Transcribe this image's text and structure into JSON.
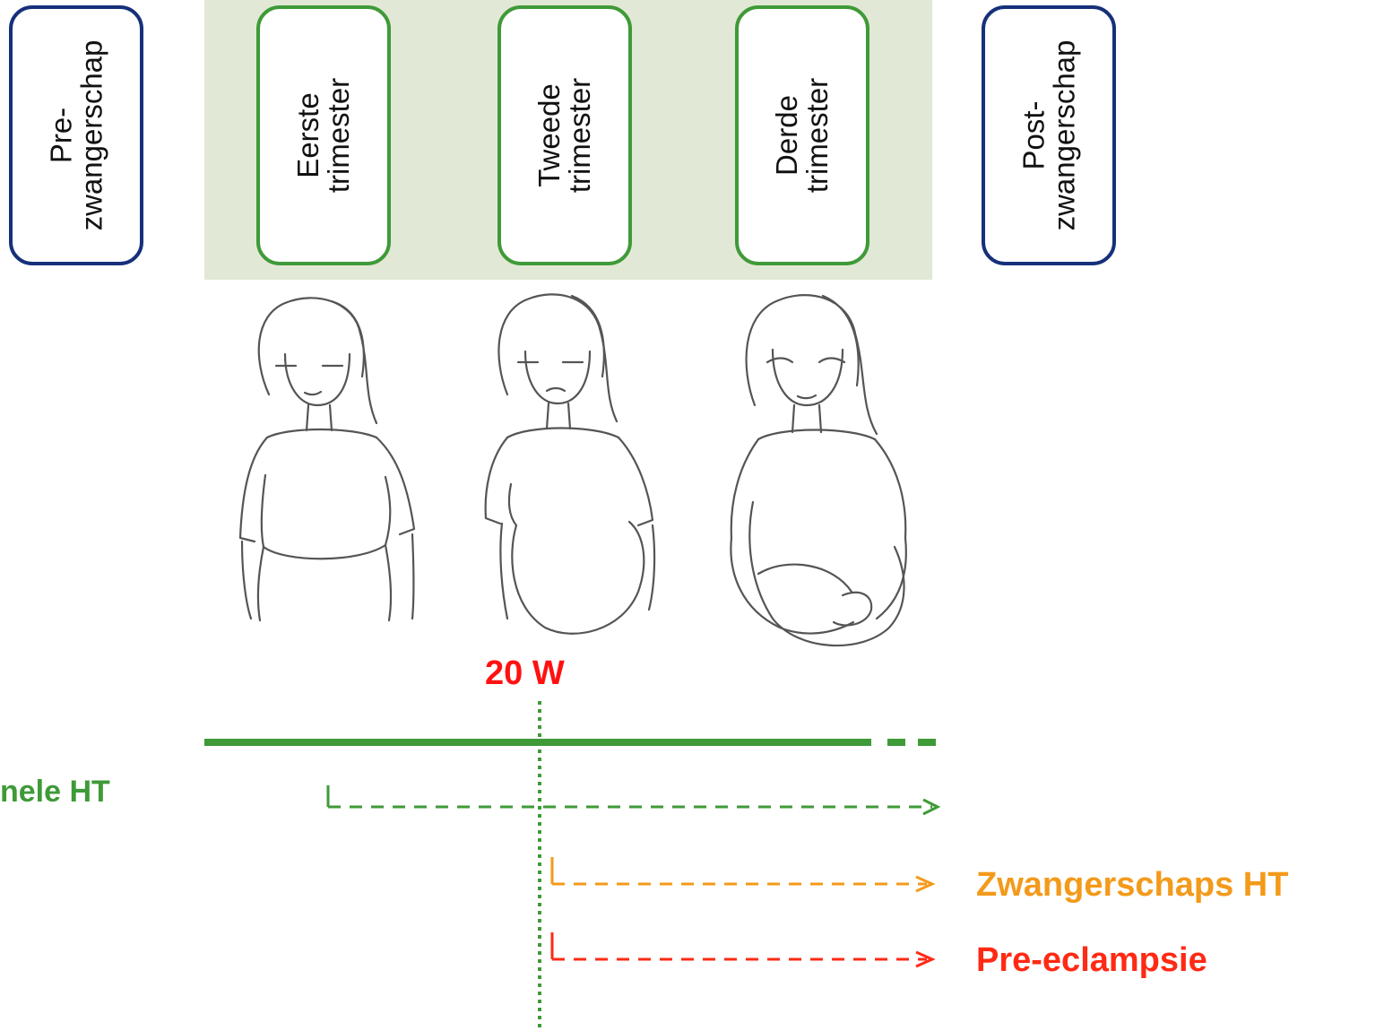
{
  "phases": [
    {
      "line1": "Pre-",
      "line2": "zwangerschap",
      "color": "#16307a"
    },
    {
      "line1": "Eerste",
      "line2": "trimester",
      "color": "#3f9a38"
    },
    {
      "line1": "Tweede",
      "line2": "trimester",
      "color": "#3f9a38"
    },
    {
      "line1": "Derde",
      "line2": "trimester",
      "color": "#3f9a38"
    },
    {
      "line1": "Post-",
      "line2": "zwangerschap",
      "color": "#16307a"
    }
  ],
  "figures": [
    {
      "depicts": "woman-first-trimester-sketch"
    },
    {
      "depicts": "woman-second-trimester-sketch"
    },
    {
      "depicts": "woman-third-trimester-sketch"
    }
  ],
  "week_marker": "20 W",
  "timeline": {
    "chronic_label": "nele HT",
    "gestational_label": "Zwangerschaps HT",
    "preeclampsia_label": "Pre-eclampsie"
  },
  "colors": {
    "pregnancy_band": "#e2e8d6",
    "green": "#3f9a38",
    "navy": "#16307a",
    "orange": "#f39a1a",
    "red": "#ff2a14"
  }
}
